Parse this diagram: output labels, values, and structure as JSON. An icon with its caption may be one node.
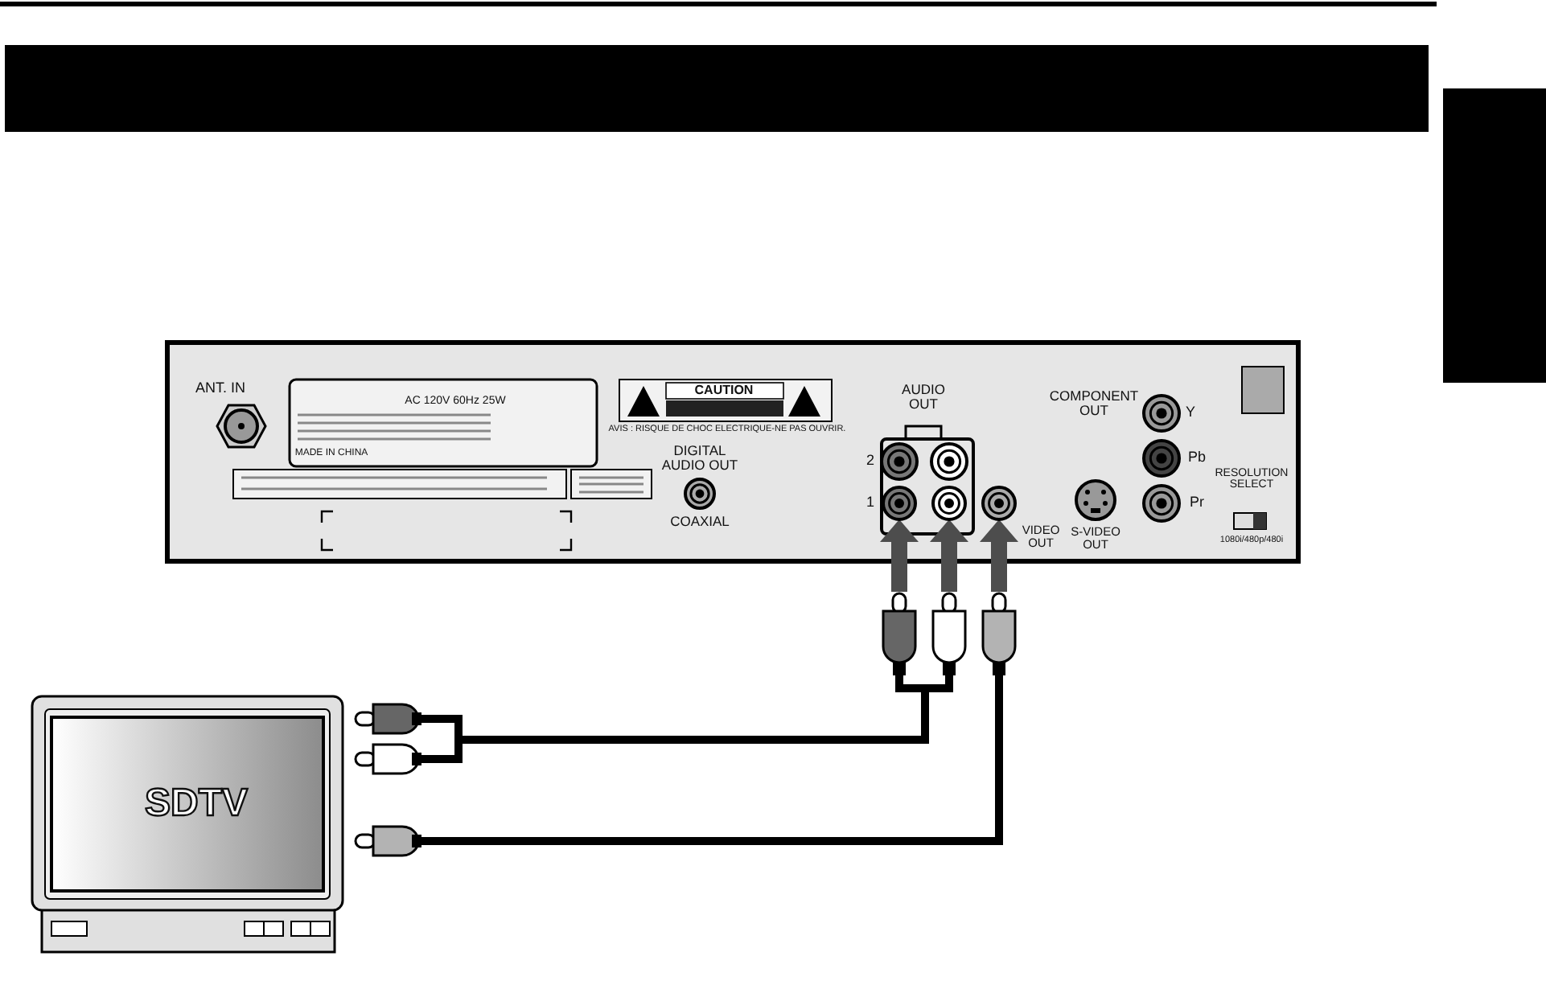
{
  "diagram": {
    "nodes": [
      {
        "text": [
          "SDTV"
        ]
      },
      {
        "text": [],
        "shape": "plug"
      },
      {
        "text": [],
        "shape": "plug"
      },
      {
        "text": [],
        "shape": "plug"
      },
      {
        "text": [],
        "shape": "plug"
      },
      {
        "text": [],
        "shape": "plug"
      },
      {
        "text": [],
        "shape": "plug"
      },
      {
        "text": [],
        "shape": "circle"
      },
      {
        "text": [],
        "shape": "circle"
      },
      {
        "text": [],
        "shape": "circle"
      }
    ],
    "edges": [
      {
        "from": 1,
        "to": 4,
        "arrow": "none"
      },
      {
        "from": 2,
        "to": 5,
        "arrow": "none"
      },
      {
        "from": 3,
        "to": 6,
        "arrow": "none"
      },
      {
        "from": 4,
        "to": 7,
        "arrow": "to",
        "style": "thick",
        "color": "#4d4d4d"
      },
      {
        "from": 5,
        "to": 8,
        "arrow": "to",
        "style": "thick",
        "color": "#4d4d4d"
      },
      {
        "from": 6,
        "to": 9,
        "arrow": "to",
        "style": "thick",
        "color": "#4d4d4d"
      }
    ],
    "labels": [
      "ANT. IN",
      "AC 120V 60Hz 25W",
      "MADE IN CHINA",
      "CAUTION",
      "AVIS : RISQUE DE CHOC ELECTRIQUE-NE PAS OUVRIR.",
      "AUDIO OUT",
      "COMPONENT OUT",
      "Y",
      "DIGITAL AUDIO OUT",
      "2",
      "Pb",
      "RESOLUTION SELECT",
      "1",
      "Pr",
      "COAXIAL",
      "VIDEO OUT",
      "S-VIDEO OUT",
      "1080i/480p/480i"
    ]
  }
}
